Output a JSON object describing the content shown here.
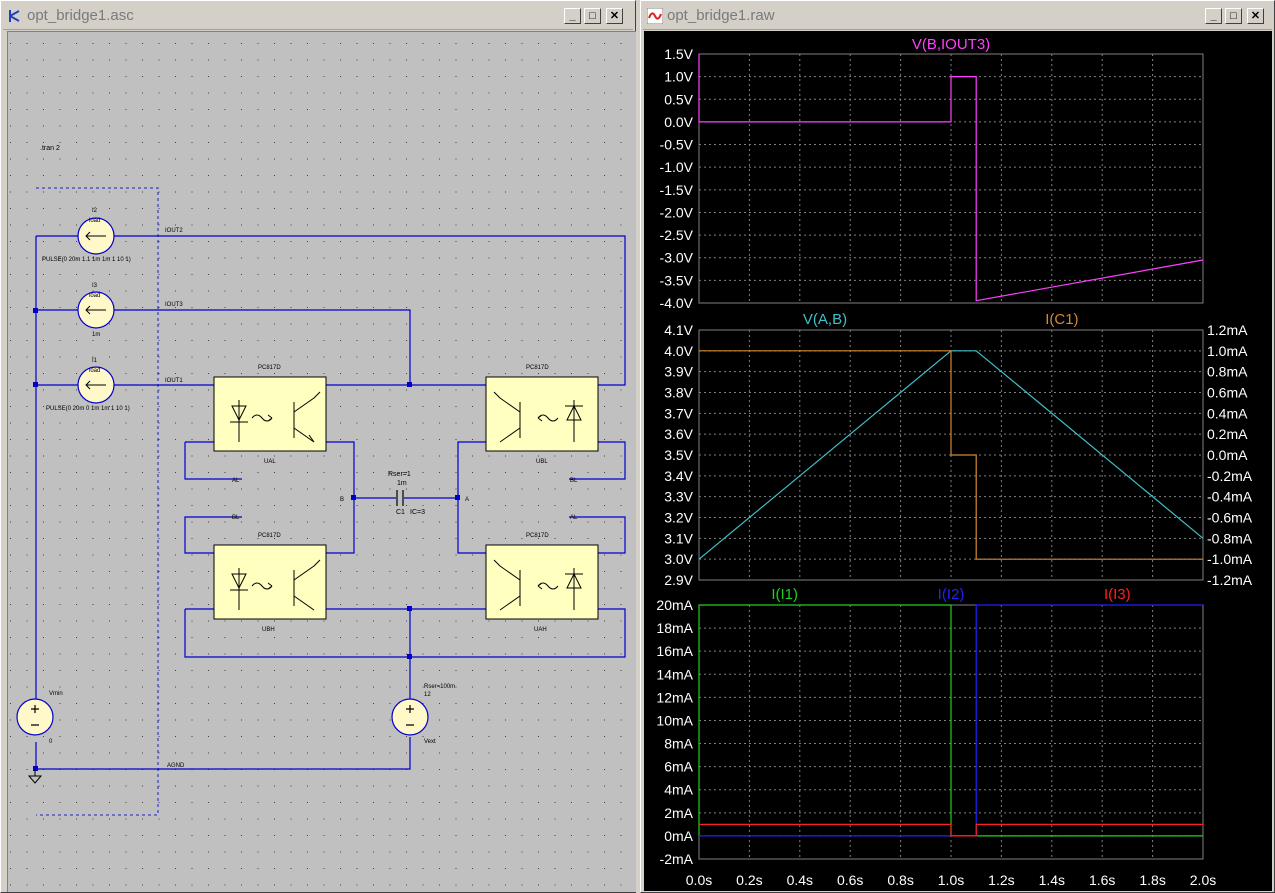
{
  "schematic_window": {
    "title": "opt_bridge1.asc",
    "spice_directive": ".tran 2",
    "components": {
      "i2": {
        "ref": "I2",
        "type": "load",
        "value": "PULSE(0 20m 1.1 1m 1m 1 10 1)"
      },
      "i3": {
        "ref": "I3",
        "type": "load",
        "value": "1m"
      },
      "i1": {
        "ref": "I1",
        "type": "load",
        "value": "PULSE(0 20m 0 1m 1m 1 10 1)"
      },
      "u_al": {
        "model": "PC817D",
        "ref": "UAL"
      },
      "u_bl": {
        "model": "PC817D",
        "ref": "UBL"
      },
      "u_bh": {
        "model": "PC817D",
        "ref": "UBH"
      },
      "u_ah": {
        "model": "PC817D",
        "ref": "UAH"
      },
      "c1": {
        "ref": "C1",
        "value": "1m",
        "rser": "Rser=1",
        "ic": "IC=3"
      },
      "vmin": {
        "ref": "Vmin",
        "value": "0"
      },
      "vext": {
        "ref": "Vext",
        "value": "12",
        "rser": "Rser=100m"
      }
    },
    "net_labels": {
      "iout2": "IOUT2",
      "iout3": "IOUT3",
      "iout1": "IOUT1",
      "al_left": "AL",
      "al_right": "AL",
      "bl_left": "BL",
      "bl_right": "BL",
      "b": "B",
      "a": "A",
      "agnd": "AGND"
    }
  },
  "plot_window": {
    "title": "opt_bridge1.raw",
    "panes": [
      {
        "traces": [
          {
            "name": "V(B,IOUT3)",
            "color": "#ff40ff"
          }
        ],
        "y_ticks": [
          "1.5V",
          "1.0V",
          "0.5V",
          "0.0V",
          "-0.5V",
          "-1.0V",
          "-1.5V",
          "-2.0V",
          "-2.5V",
          "-3.0V",
          "-3.5V",
          "-4.0V"
        ]
      },
      {
        "traces": [
          {
            "name": "V(A,B)",
            "color": "#40c0c8"
          },
          {
            "name": "I(C1)",
            "color": "#d08a30"
          }
        ],
        "y_ticks_left": [
          "4.1V",
          "4.0V",
          "3.9V",
          "3.8V",
          "3.7V",
          "3.6V",
          "3.5V",
          "3.4V",
          "3.3V",
          "3.2V",
          "3.1V",
          "3.0V",
          "2.9V"
        ],
        "y_ticks_right": [
          "1.2mA",
          "1.0mA",
          "0.8mA",
          "0.6mA",
          "0.4mA",
          "0.2mA",
          "0.0mA",
          "-0.2mA",
          "-0.4mA",
          "-0.6mA",
          "-0.8mA",
          "-1.0mA",
          "-1.2mA"
        ]
      },
      {
        "traces": [
          {
            "name": "I(I1)",
            "color": "#20d020"
          },
          {
            "name": "I(I2)",
            "color": "#2020ff"
          },
          {
            "name": "I(I3)",
            "color": "#ff2020"
          }
        ],
        "y_ticks": [
          "20mA",
          "18mA",
          "16mA",
          "14mA",
          "12mA",
          "10mA",
          "8mA",
          "6mA",
          "4mA",
          "2mA",
          "0mA",
          "-2mA"
        ]
      }
    ],
    "x_ticks": [
      "0.0s",
      "0.2s",
      "0.4s",
      "0.6s",
      "0.8s",
      "1.0s",
      "1.2s",
      "1.4s",
      "1.6s",
      "1.8s",
      "2.0s"
    ]
  },
  "chart_data": [
    {
      "type": "line",
      "xlabel": "",
      "ylabel": "",
      "xlim": [
        0,
        2
      ],
      "ylim": [
        -4.0,
        1.5
      ],
      "series": [
        {
          "name": "V(B,IOUT3)",
          "x": [
            0,
            0,
            1.0,
            1.0,
            1.1,
            1.1,
            2.0
          ],
          "y": [
            1.5,
            0.0,
            0.0,
            1.0,
            1.0,
            -3.95,
            -3.05
          ]
        }
      ]
    },
    {
      "type": "line",
      "xlabel": "",
      "ylabel": "",
      "xlim": [
        0,
        2
      ],
      "ylim": [
        2.9,
        4.1
      ],
      "y2lim": [
        -1.2,
        1.2
      ],
      "series": [
        {
          "name": "V(A,B)",
          "axis": "left",
          "x": [
            0,
            1.0,
            1.1,
            2.0
          ],
          "y": [
            3.0,
            4.0,
            4.0,
            3.1
          ]
        },
        {
          "name": "I(C1)",
          "axis": "right",
          "x": [
            0,
            1.0,
            1.0,
            1.1,
            1.1,
            2.0
          ],
          "y": [
            1.0,
            1.0,
            0.0,
            0.0,
            -1.0,
            -1.0
          ]
        }
      ]
    },
    {
      "type": "line",
      "xlabel": "",
      "ylabel": "",
      "xlim": [
        0,
        2
      ],
      "ylim": [
        -2,
        20
      ],
      "series": [
        {
          "name": "I(I1)",
          "x": [
            0,
            0,
            1.0,
            1.0,
            1.1,
            1.1,
            2.0
          ],
          "y": [
            0,
            20,
            20,
            0,
            0,
            0,
            0
          ]
        },
        {
          "name": "I(I2)",
          "x": [
            0,
            1.1,
            1.1,
            2.0
          ],
          "y": [
            0,
            0,
            20,
            20
          ]
        },
        {
          "name": "I(I3)",
          "x": [
            0,
            1.0,
            1.0,
            1.1,
            1.1,
            2.0
          ],
          "y": [
            1,
            1,
            0,
            0,
            1,
            1
          ]
        }
      ]
    }
  ]
}
